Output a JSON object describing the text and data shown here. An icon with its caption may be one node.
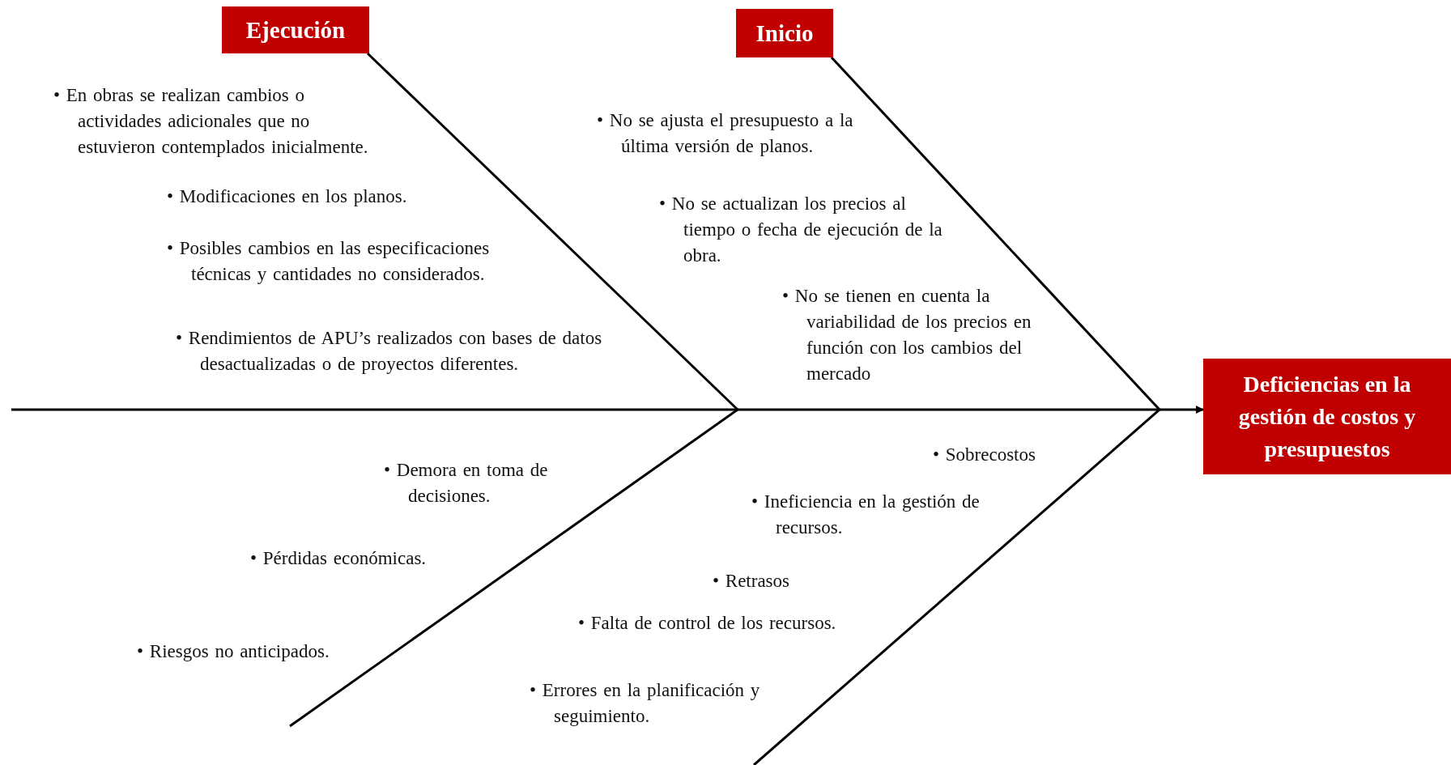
{
  "diagram": {
    "nodes": [
      {
        "text": [
          "Ejecución"
        ]
      },
      {
        "text": [
          "Inicio"
        ]
      },
      {
        "text": [
          "Deficiencias en la gestión de costos y presupuestos"
        ]
      }
    ],
    "edges": [
      {
        "from": 0,
        "to": null,
        "arrow": "none"
      },
      {
        "from": 1,
        "to": null,
        "arrow": "none"
      },
      {
        "from": null,
        "to": 2,
        "arrow": "to"
      }
    ],
    "labels": [
      "• En obras se realizan cambios o actividades adicionales que no estuvieron contemplados inicialmente.",
      "• Modificaciones en los planos.",
      "• Posibles cambios en las especificaciones técnicas y cantidades no considerados.",
      "• Rendimientos de APU’s realizados con bases de datos desactualizadas o de proyectos diferentes.",
      "• No se ajusta el presupuesto a la última versión de planos.",
      "• No se actualizan los precios al tiempo o fecha de ejecución de la obra.",
      "• No se tienen en cuenta la variabilidad de los precios en función con los cambios del mercado",
      "• Demora en toma de decisiones.",
      "• Pérdidas económicas.",
      "• Riesgos no anticipados.",
      "• Sobrecostos",
      "• Ineficiencia en la gestión de recursos.",
      "• Retrasos",
      "• Falta de control de los recursos.",
      "• Errores en la planificación y seguimiento."
    ]
  }
}
